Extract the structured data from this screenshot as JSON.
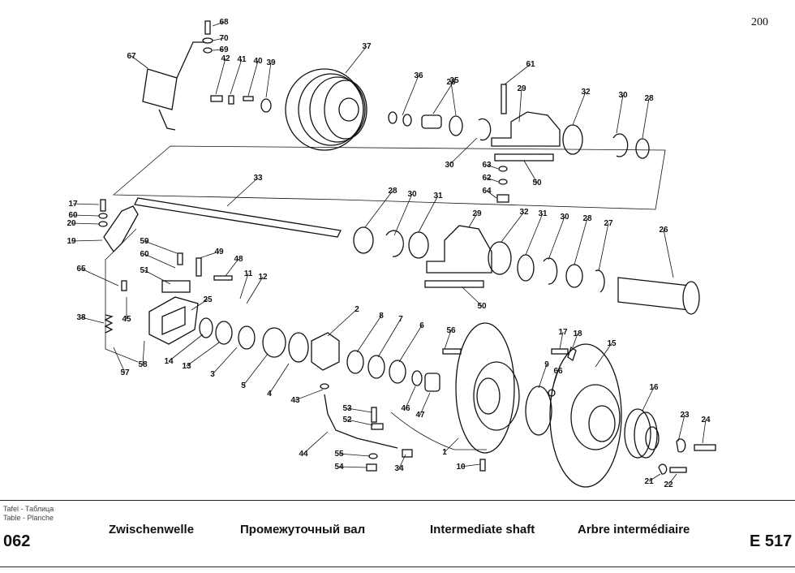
{
  "page_number": "200",
  "footer": {
    "tafel_label": "Tafel - Таблица\nTable - Planche",
    "table_number": "062",
    "titles": {
      "de": "Zwischenwelle",
      "ru": "Промежуточный вал",
      "en": "Intermediate shaft",
      "fr": "Arbre intermédiaire"
    },
    "code": "E 517"
  },
  "callouts": [
    "1",
    "2",
    "3",
    "4",
    "5",
    "6",
    "7",
    "8",
    "9",
    "10",
    "11",
    "12",
    "13",
    "14",
    "15",
    "16",
    "17",
    "17",
    "18",
    "19",
    "20",
    "21",
    "22",
    "23",
    "24",
    "25",
    "26",
    "27",
    "28",
    "28",
    "28",
    "28",
    "29",
    "29",
    "30",
    "30",
    "30",
    "30",
    "31",
    "31",
    "32",
    "32",
    "33",
    "34",
    "35",
    "36",
    "37",
    "38",
    "39",
    "40",
    "41",
    "42",
    "43",
    "44",
    "45",
    "46",
    "47",
    "48",
    "49",
    "50",
    "50",
    "51",
    "52",
    "53",
    "54",
    "55",
    "56",
    "57",
    "58",
    "59",
    "60",
    "60",
    "61",
    "62",
    "63",
    "64",
    "65",
    "66",
    "67",
    "68",
    "69",
    "70"
  ]
}
